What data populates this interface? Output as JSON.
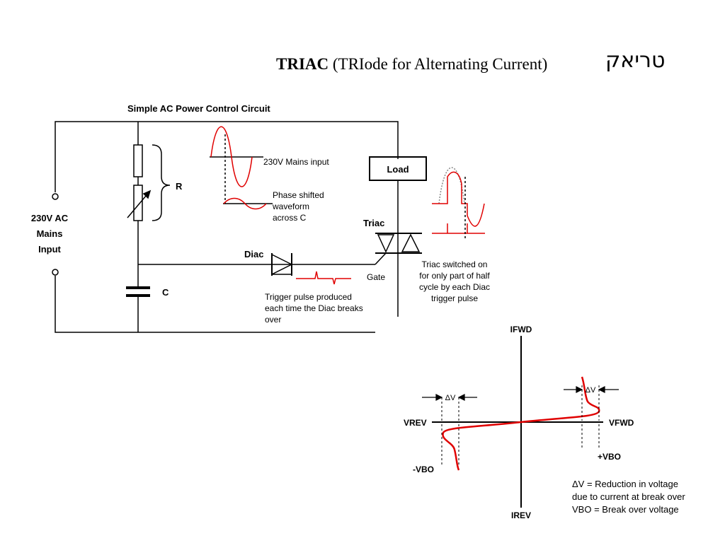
{
  "slide": {
    "title_bold": "TRIAC",
    "title_rest": " (TRIode for Alternating Current)",
    "hebrew": "טריאק"
  },
  "circuit": {
    "title": "Simple AC Power Control Circuit",
    "mains_line1": "230V AC",
    "mains_line2": "Mains",
    "mains_line3": "Input",
    "r_label": "R",
    "c_label": "C",
    "diac_label": "Diac",
    "load_label": "Load",
    "triac_label": "Triac",
    "gate_label": "Gate",
    "mains_wave_label": "230V Mains input",
    "phase_line1": "Phase shifted",
    "phase_line2": "waveform",
    "phase_line3": "across C",
    "trigger_line1": "Trigger pulse produced",
    "trigger_line2": "each time the Diac breaks",
    "trigger_line3": "over",
    "switched_line1": "Triac switched on",
    "switched_line2": "for only part of half",
    "switched_line3": "cycle by each Diac",
    "switched_line4": "trigger pulse"
  },
  "iv_graph": {
    "i_fwd": "IFWD",
    "i_rev": "IREV",
    "v_fwd": "VFWD",
    "v_rev": "VREV",
    "plus_vbo": "+VBO",
    "minus_vbo": "-VBO",
    "delta_v": "ΔV",
    "note_line1": "ΔV = Reduction in voltage",
    "note_line2": "due to current at break over",
    "note_line3": "VBO = Break over voltage",
    "curve_color": "#e00000"
  }
}
